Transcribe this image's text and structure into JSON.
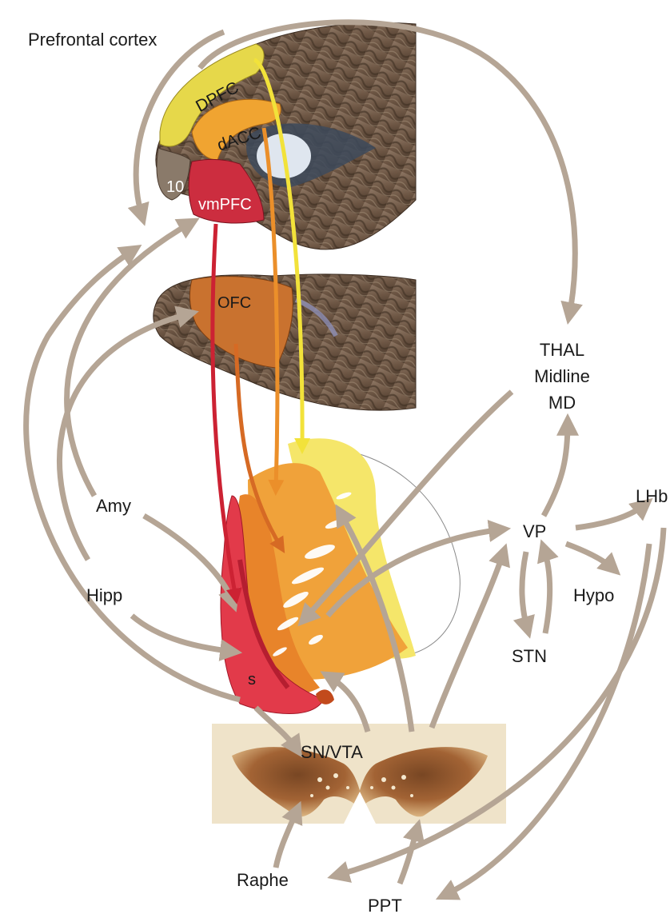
{
  "diagram": {
    "title": "Prefrontal cortex",
    "cortical_regions": {
      "dpfc": "DPFC",
      "dacc": "dACC",
      "area10": "10",
      "vmpfc": "vmPFC",
      "ofc": "OFC"
    },
    "subcortical_labels": {
      "thal_line1": "THAL",
      "thal_line2": "Midline",
      "thal_line3": "MD",
      "amy": "Amy",
      "hipp": "Hipp",
      "vp": "VP",
      "lhb": "LHb",
      "hypo": "Hypo",
      "stn": "STN",
      "s": "s",
      "snvta": "SN/VTA",
      "raphe": "Raphe",
      "ppt": "PPT"
    },
    "colors": {
      "dpfc": "#e6d84a",
      "dacc": "#f0a431",
      "vmpfc": "#cc2d3f",
      "ofc": "#c9722f",
      "cortex": "#7a6452",
      "arrow_gray": "#b5a595",
      "shell": "#e23a4a",
      "stain": "#8a4a1c"
    }
  }
}
